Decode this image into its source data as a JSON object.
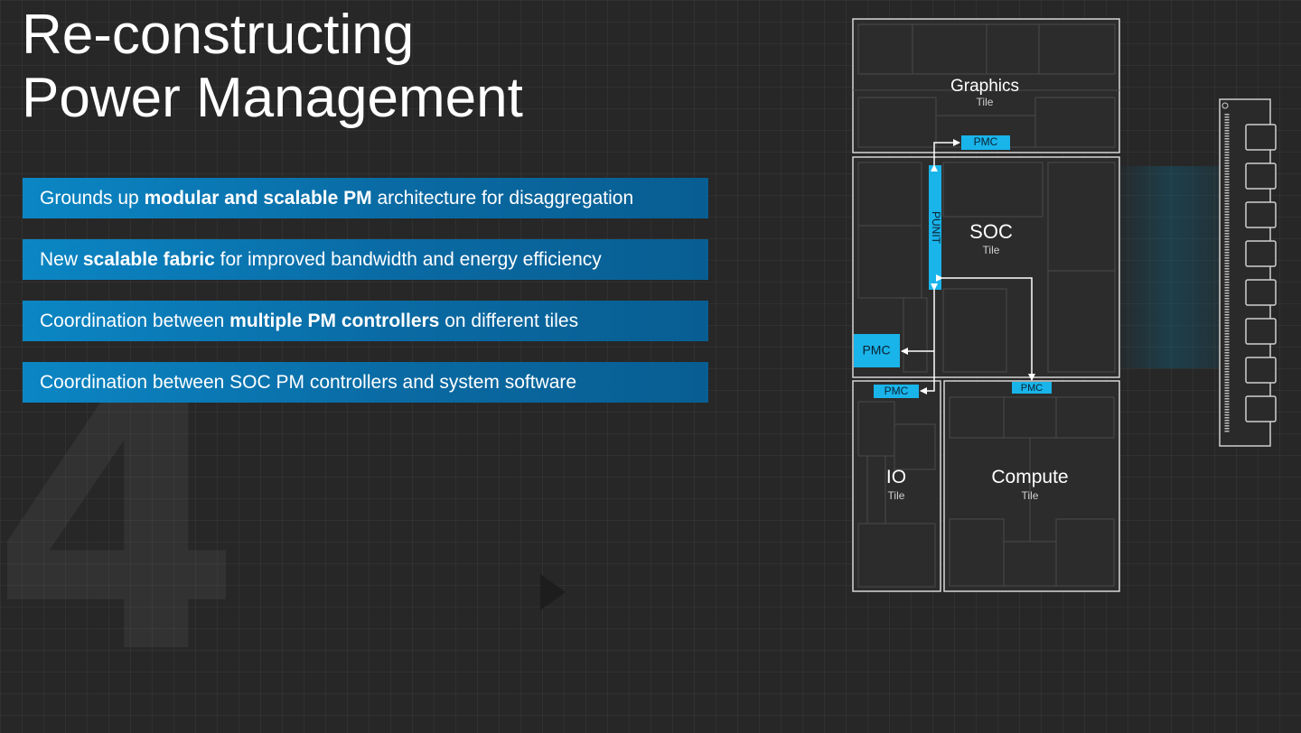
{
  "slide": {
    "title_line1": "Re-constructing",
    "title_line2": "Power Management",
    "section_number": "4"
  },
  "bullets": [
    {
      "pre": "Grounds up ",
      "bold": "modular and scalable PM",
      "post": " architecture for disaggregation"
    },
    {
      "pre": "New ",
      "bold": "scalable fabric",
      "post": " for improved bandwidth and energy efficiency"
    },
    {
      "pre": "Coordination between ",
      "bold": "multiple PM controllers",
      "post": " on different tiles"
    },
    {
      "pre": "Coordination between SOC PM controllers and system software",
      "bold": "",
      "post": ""
    }
  ],
  "diagram": {
    "graphics": {
      "name": "Graphics",
      "sub": "Tile"
    },
    "soc": {
      "name": "SOC",
      "sub": "Tile"
    },
    "io": {
      "name": "IO",
      "sub": "Tile"
    },
    "compute": {
      "name": "Compute",
      "sub": "Tile"
    },
    "punit_label": "PUNIT",
    "pmc_label": "PMC",
    "colors": {
      "accent": "#19b4ea",
      "tile_border": "#d6d6d6",
      "tile_bg": "#2c2c2c",
      "banner": "#0b86c4"
    }
  }
}
